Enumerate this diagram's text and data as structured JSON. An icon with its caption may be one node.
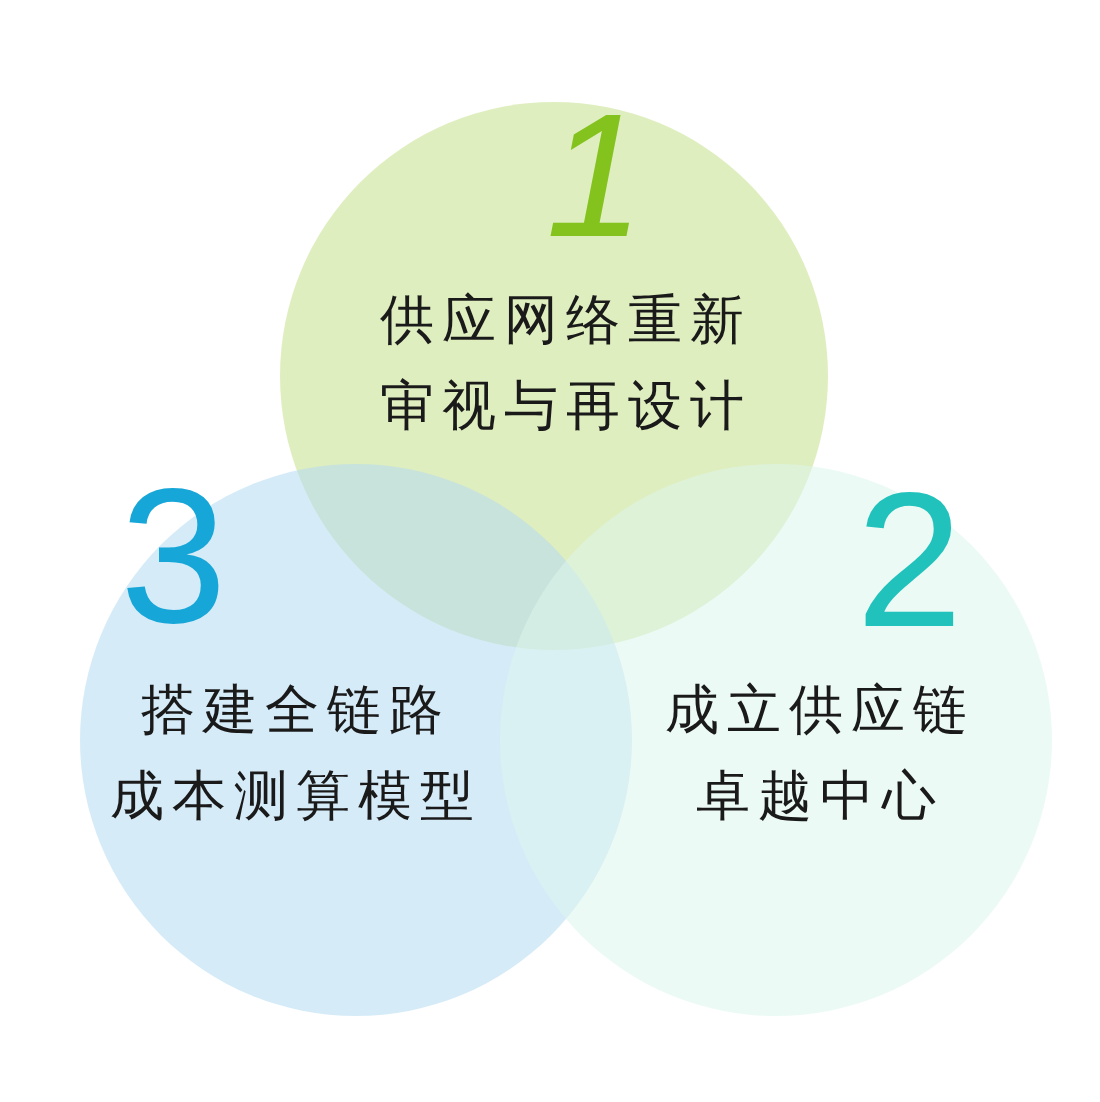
{
  "diagram": {
    "nodes": [
      {
        "text": [
          "1",
          "供应网络重新审视与再设计"
        ]
      },
      {
        "text": [
          "2",
          "成立供应链卓越中心"
        ]
      },
      {
        "text": [
          "3",
          "搭建全链路成本测算模型"
        ]
      }
    ]
  }
}
